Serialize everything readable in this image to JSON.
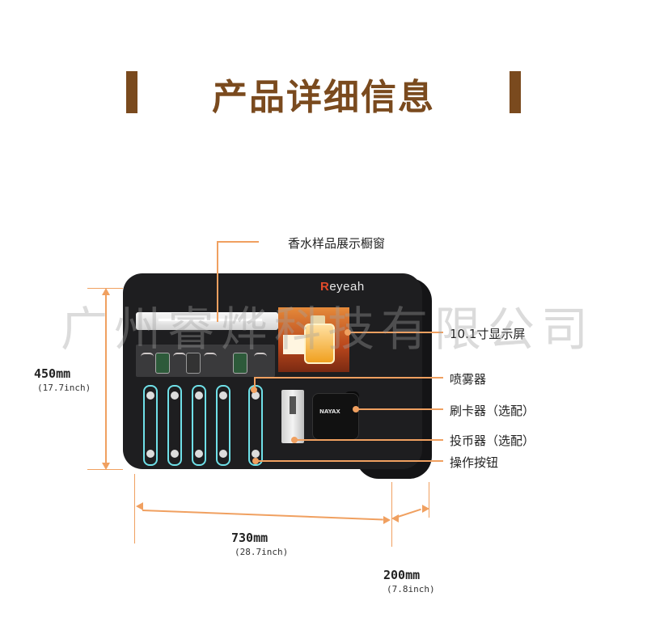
{
  "header": {
    "title": "产品详细信息"
  },
  "brand": {
    "logo_text": "Reyeah"
  },
  "callouts": {
    "showcase": "香水样品展示橱窗",
    "display": "10.1寸显示屏",
    "sprayer": "喷雾器",
    "card_reader": "刷卡器（选配）",
    "coin_acceptor": "投币器（选配）",
    "button": "操作按钮"
  },
  "dimensions": {
    "height_mm": "450mm",
    "height_inch": "(17.7inch)",
    "width_mm": "730mm",
    "width_inch": "(28.7inch)",
    "depth_mm": "200mm",
    "depth_inch": "(7.8inch)"
  },
  "device": {
    "card_reader_brand": "NAYAX"
  },
  "watermark": "广州睿烨科技有限公司",
  "colors": {
    "accent": "#7a4a1e",
    "annotation": "#f0a060",
    "slot_glow": "#6fe0e8"
  }
}
